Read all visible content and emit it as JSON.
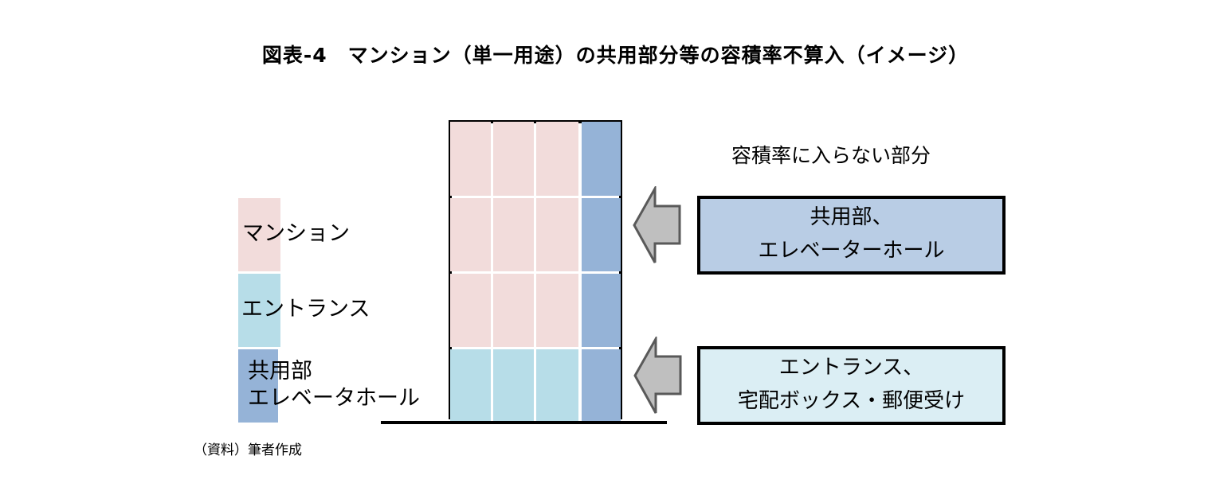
{
  "title": "図表-4　マンション（単一用途）の共用部分等の容積率不算入（イメージ）",
  "colors": {
    "mansion": "#f2dcdb",
    "entrance": "#b7dde8",
    "common": "#95b3d7",
    "box_common": "#b9cde5",
    "box_entrance": "#dbeef4",
    "arrow": "#bfbfbf"
  },
  "legend": [
    {
      "label": "マンション"
    },
    {
      "label": "エントランス"
    },
    {
      "label_line1": "共用部",
      "label_line2": "エレベータホール"
    }
  ],
  "building": {
    "floors": 4,
    "columns": [
      "mansion",
      "mansion",
      "mansion",
      "common"
    ],
    "ground_floor": "entrance"
  },
  "excluded_heading": "容積率に入らない部分",
  "boxes": [
    {
      "line1": "共用部、",
      "line2": "エレベーターホール"
    },
    {
      "line1": "エントランス、",
      "line2": "宅配ボックス・郵便受け"
    }
  ],
  "source": "（資料）筆者作成"
}
